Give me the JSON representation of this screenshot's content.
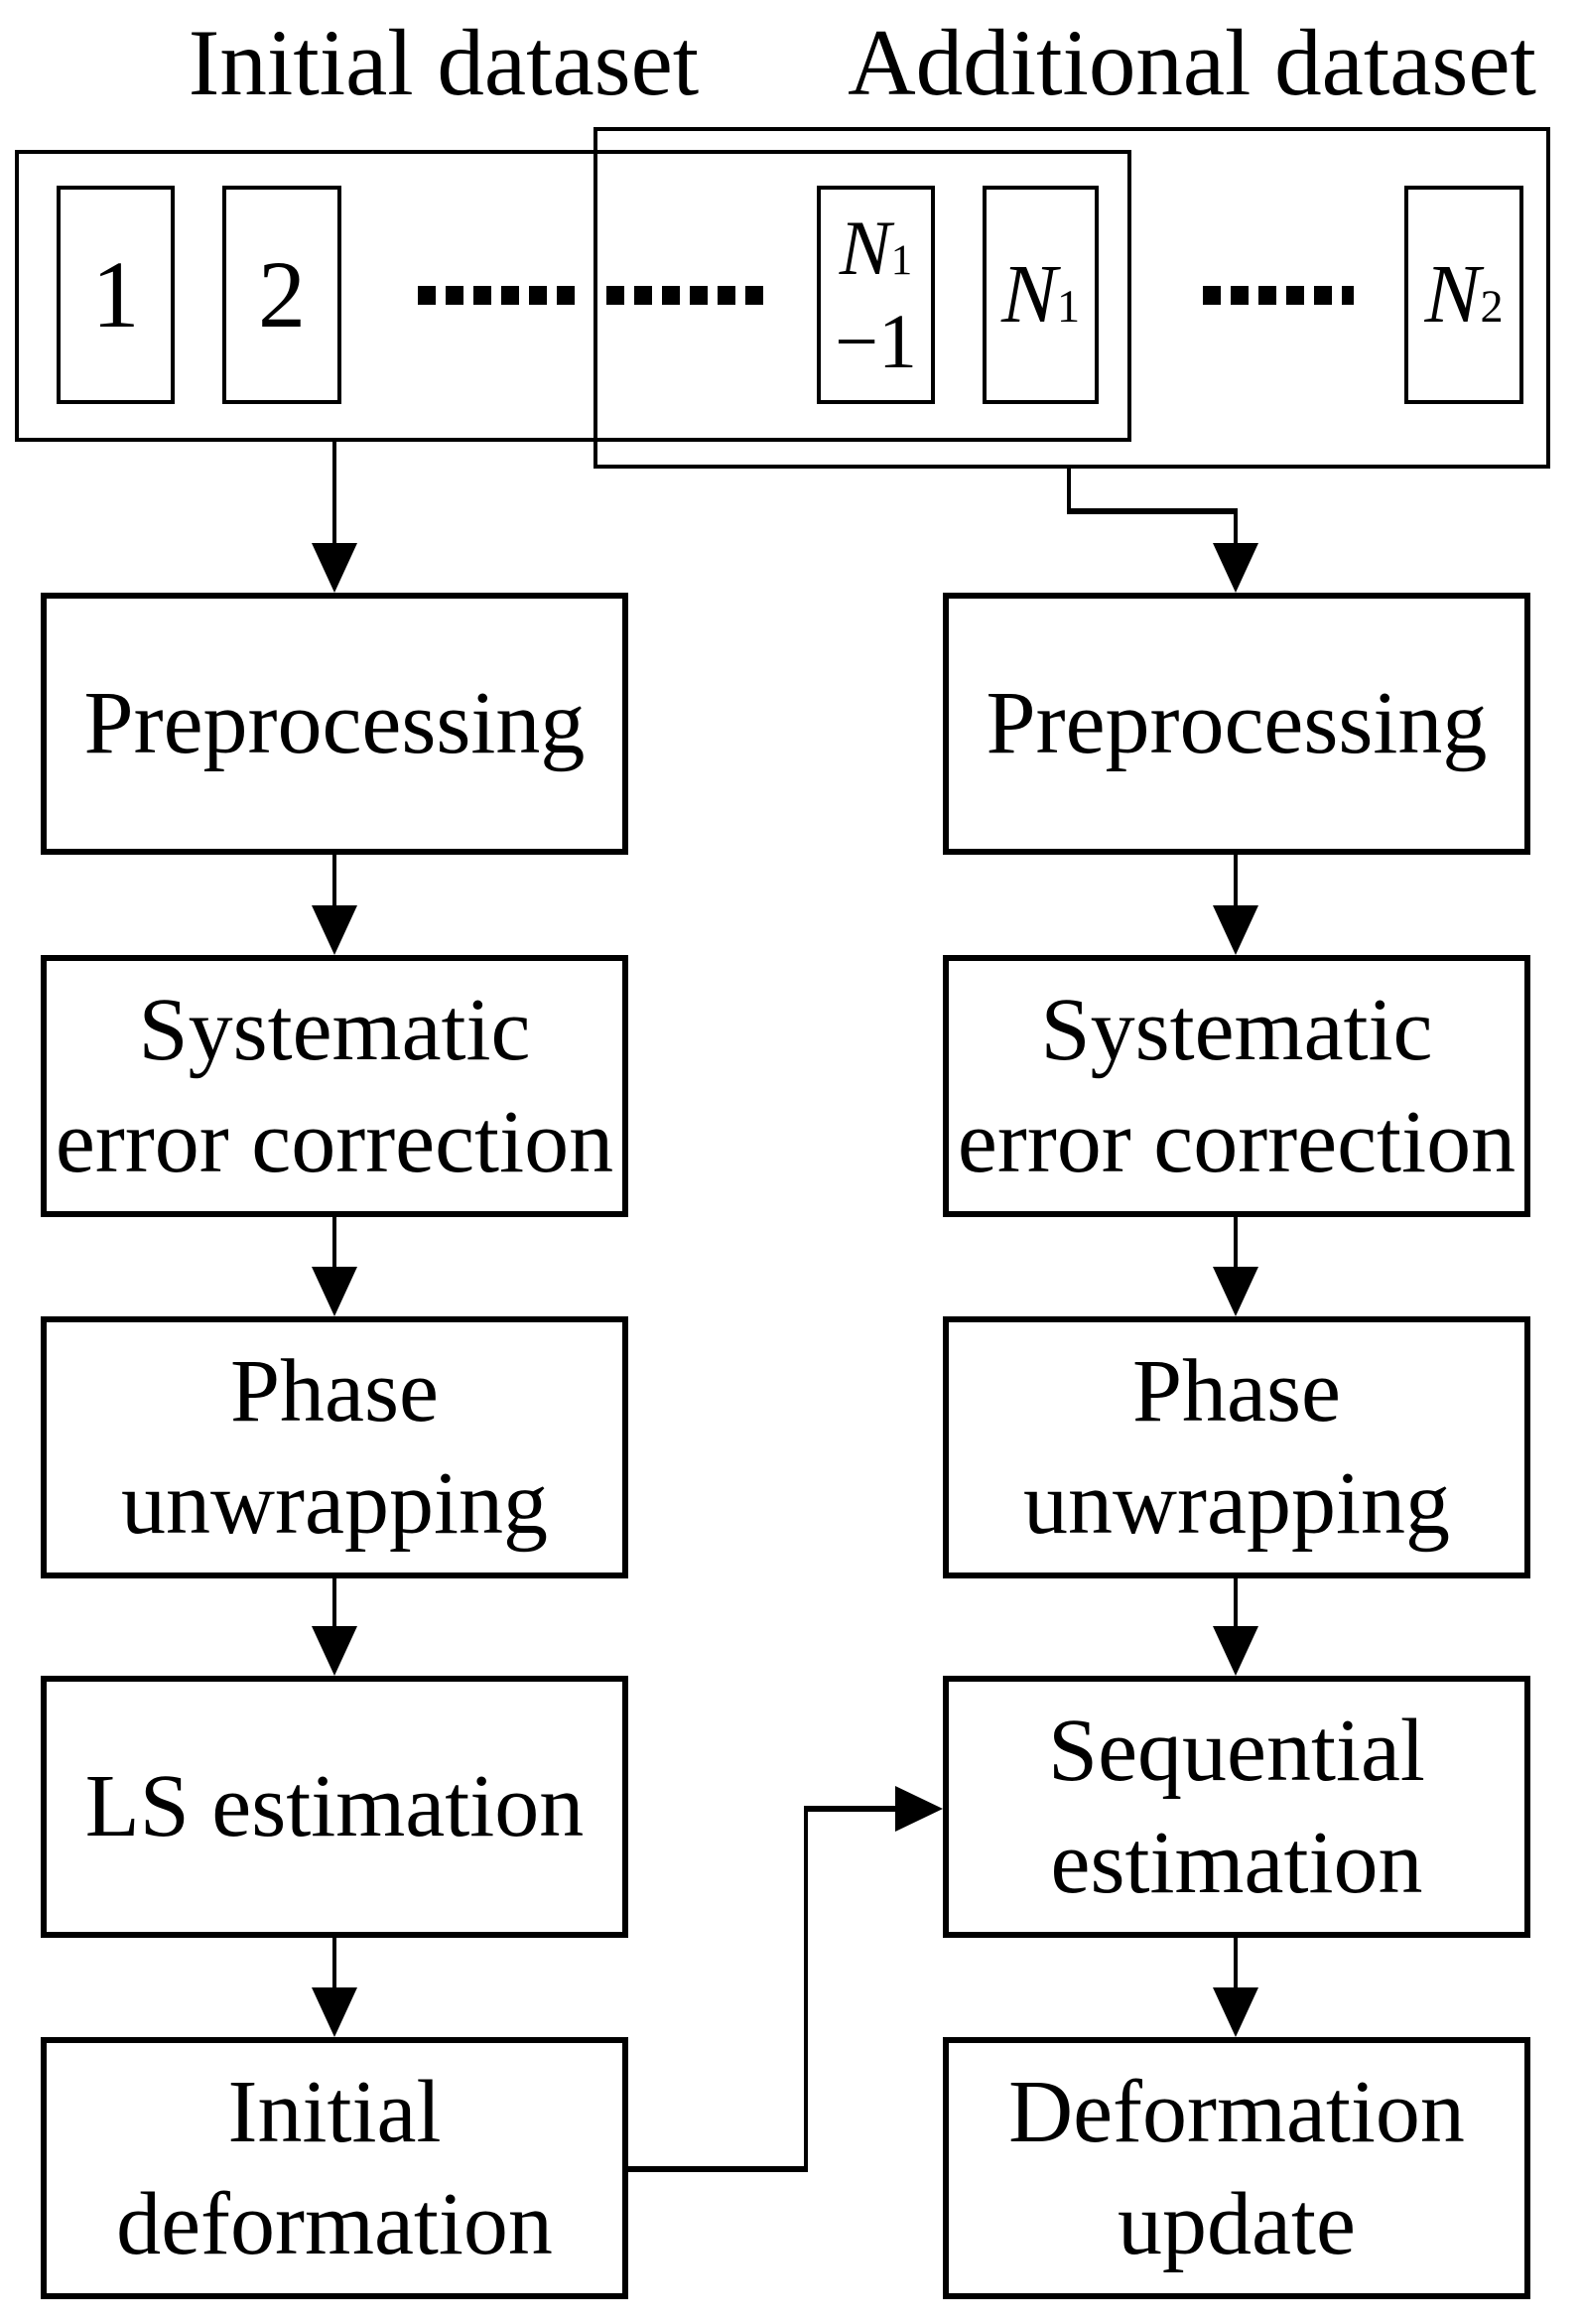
{
  "figure": {
    "colors": {
      "ink": "#000000",
      "paper": "#ffffff"
    },
    "headers": {
      "initial": "Initial dataset",
      "additional": "Additional dataset"
    },
    "dataset_strip": {
      "box_1": "1",
      "box_2": "2",
      "ellipsis": "······",
      "box_n1_minus_1": {
        "base": "N",
        "sub": "1",
        "line2": "−1"
      },
      "box_n1": {
        "base": "N",
        "sub": "1"
      },
      "box_n2": {
        "base": "N",
        "sub": "2"
      }
    },
    "flow_left": [
      {
        "lines": [
          "Preprocessing"
        ]
      },
      {
        "lines": [
          "Systematic",
          "error correction"
        ]
      },
      {
        "lines": [
          "Phase",
          "unwrapping"
        ]
      },
      {
        "lines": [
          "LS estimation"
        ]
      },
      {
        "lines": [
          "Initial",
          "deformation"
        ]
      }
    ],
    "flow_right": [
      {
        "lines": [
          "Preprocessing"
        ]
      },
      {
        "lines": [
          "Systematic",
          "error correction"
        ]
      },
      {
        "lines": [
          "Phase",
          "unwrapping"
        ]
      },
      {
        "lines": [
          "Sequential",
          "estimation"
        ]
      },
      {
        "lines": [
          "Deformation",
          "update"
        ]
      }
    ]
  }
}
